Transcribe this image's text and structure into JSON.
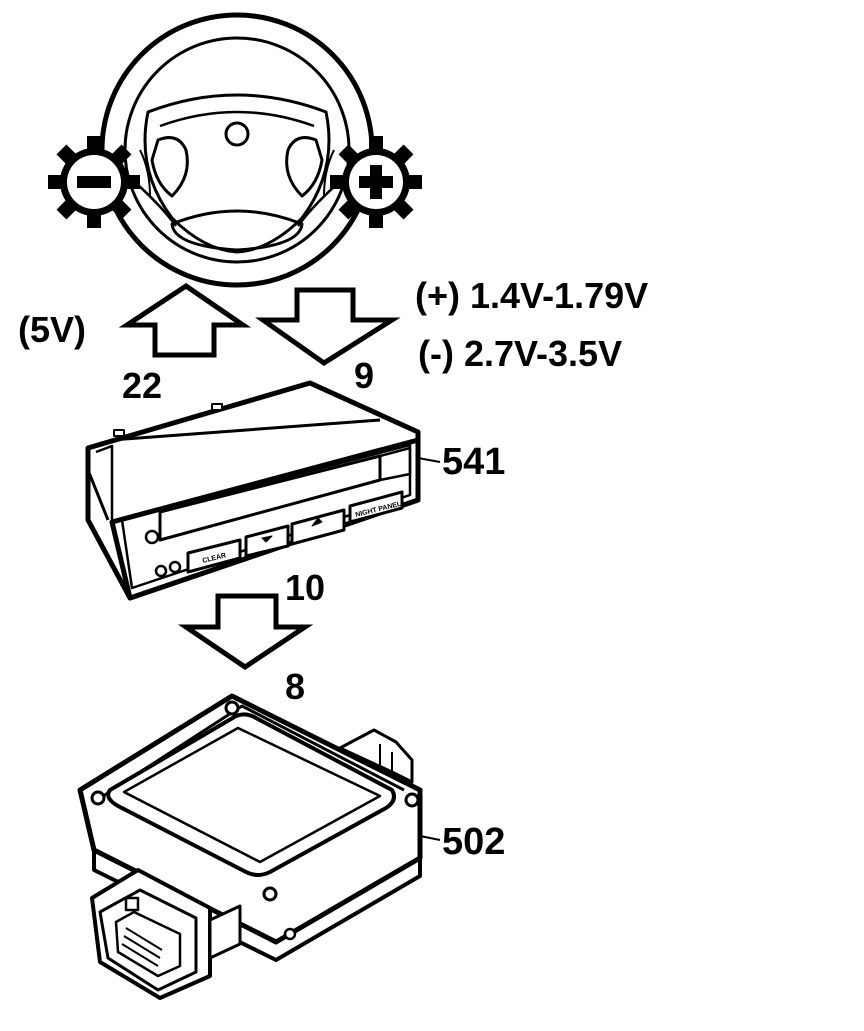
{
  "labels": {
    "pin_left_voltage": "(5V)",
    "plus_voltage": "(+) 1.4V-1.79V",
    "minus_voltage": "(-) 2.7V-3.5V",
    "pin_22": "22",
    "pin_9": "9",
    "pin_10": "10",
    "pin_8": "8",
    "part_541": "541",
    "part_502": "502"
  },
  "display_buttons": {
    "clear": "CLEAR",
    "night_panel": "NIGHT PANEL"
  },
  "icons": {
    "minus_button": "minus-icon",
    "plus_button": "plus-icon",
    "arrow_up": "arrow-up-icon",
    "arrow_down": "arrow-down-icon"
  }
}
